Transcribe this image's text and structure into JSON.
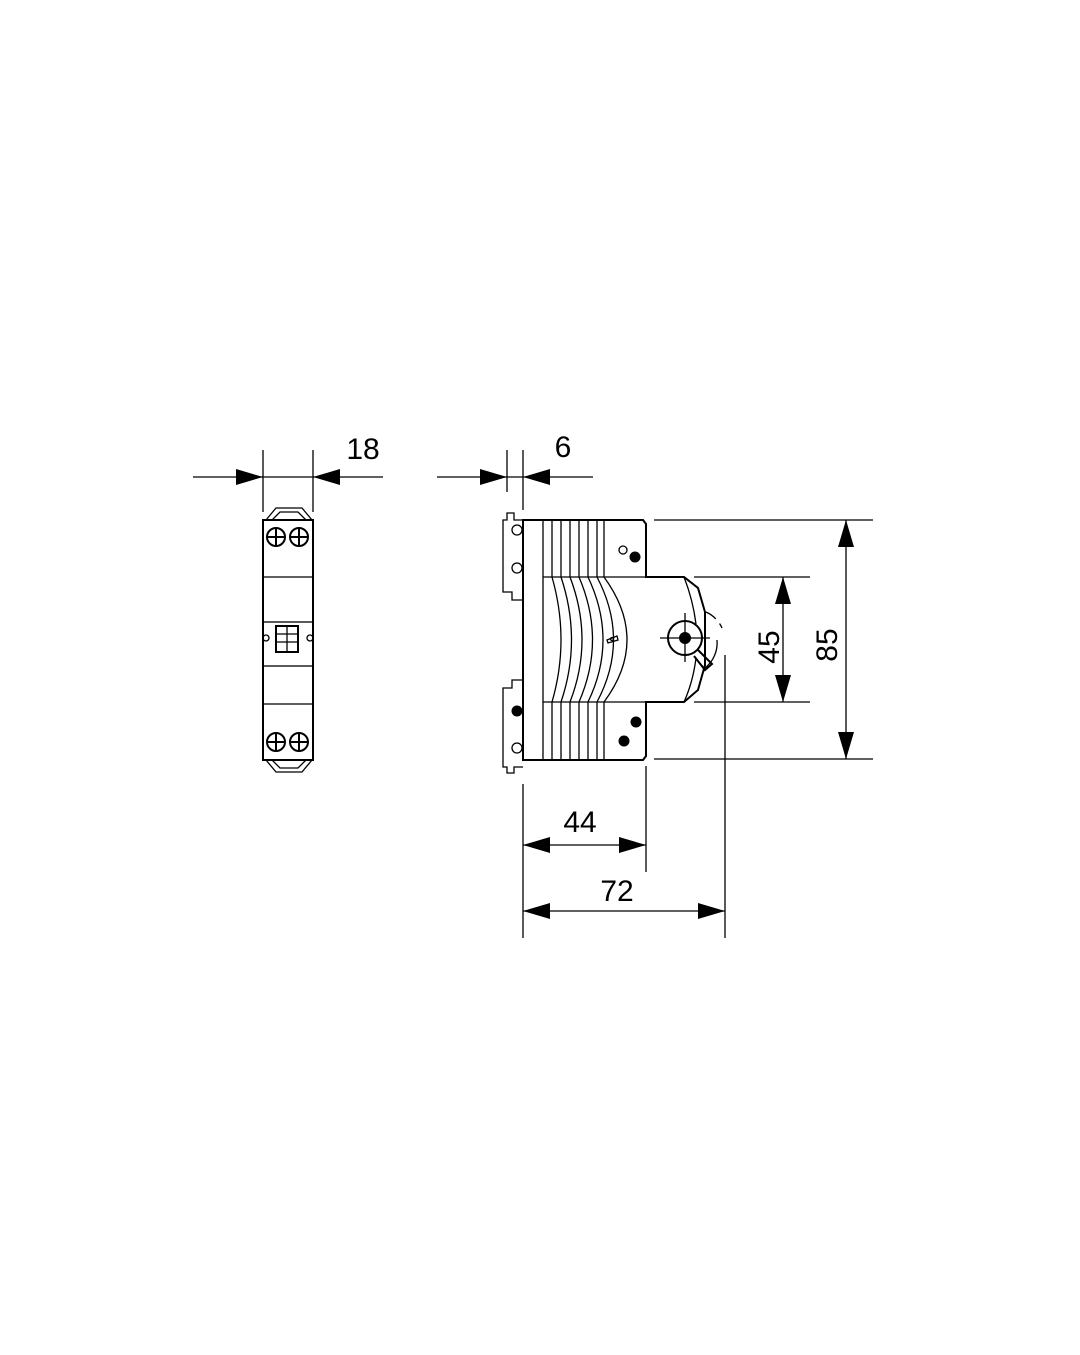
{
  "drawing": {
    "dimensions": {
      "width_front": "18",
      "rail_offset": "6",
      "height_total": "85",
      "height_front": "45",
      "depth_front": "44",
      "depth_total": "72"
    }
  }
}
